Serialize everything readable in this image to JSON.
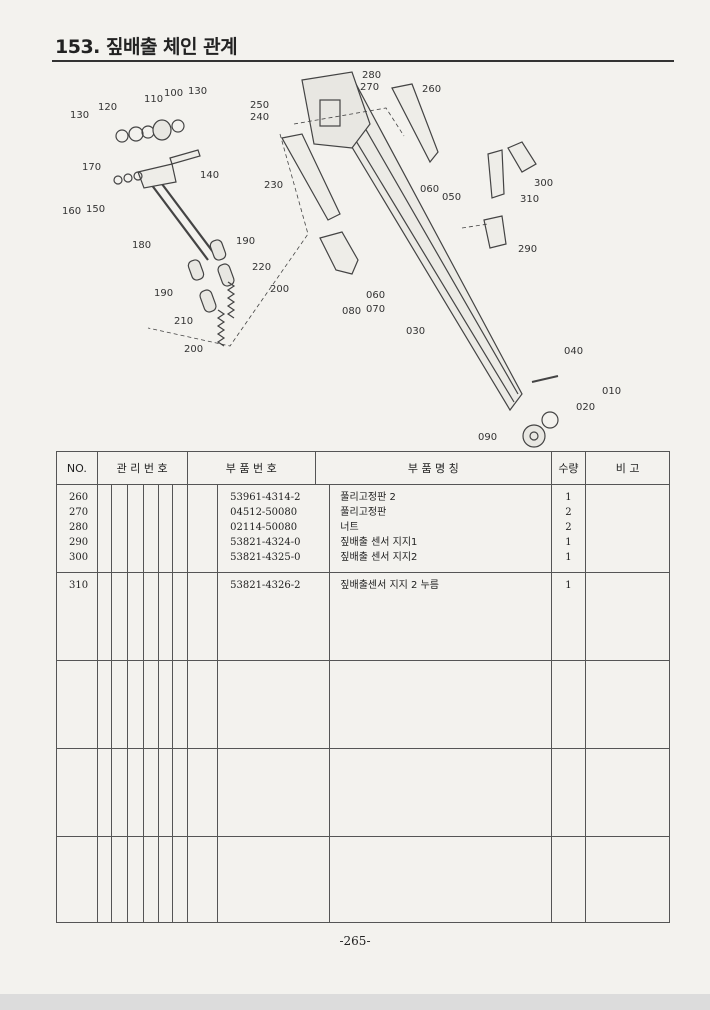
{
  "page": {
    "title": "153. 짚배출 체인 관계",
    "page_number": "-265-"
  },
  "diagram": {
    "callouts": [
      "280",
      "270",
      "260",
      "250",
      "240",
      "230",
      "130",
      "120",
      "110",
      "100",
      "130",
      "170",
      "140",
      "160",
      "150",
      "180",
      "190",
      "220",
      "190",
      "200",
      "210",
      "200",
      "060",
      "050",
      "300",
      "310",
      "290",
      "060",
      "080",
      "070",
      "030",
      "040",
      "010",
      "020",
      "090"
    ]
  },
  "table": {
    "headers": {
      "no": "NO.",
      "management_number": "관 리 번 호",
      "part_number": "부 품 번 호",
      "part_name": "부 품 명 칭",
      "quantity": "수량",
      "remarks": "비 고"
    },
    "groups": [
      {
        "rows": [
          {
            "no": "260",
            "part_number": "53961-4314-2",
            "name": "풀리고정판 2",
            "qty": "1"
          },
          {
            "no": "270",
            "part_number": "04512-50080",
            "name": "풀리고정판",
            "qty": "2"
          },
          {
            "no": "280",
            "part_number": "02114-50080",
            "name": "너트",
            "qty": "2"
          },
          {
            "no": "290",
            "part_number": "53821-4324-0",
            "name": "짚배출 센서 지지1",
            "qty": "1"
          },
          {
            "no": "300",
            "part_number": "53821-4325-0",
            "name": "짚배출 센서 지지2",
            "qty": "1"
          }
        ]
      },
      {
        "rows": [
          {
            "no": "310",
            "part_number": "53821-4326-2",
            "name": "짚배출센서 지지 2 누름",
            "qty": "1"
          }
        ]
      }
    ]
  }
}
